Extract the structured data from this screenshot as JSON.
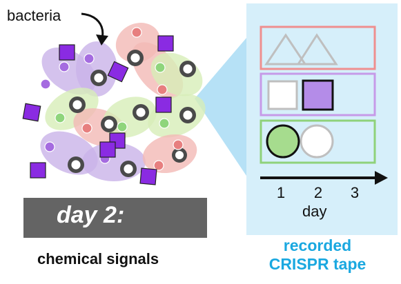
{
  "labels": {
    "bacteria": "bacteria",
    "banner": "day 2:",
    "signals": "chemical signals",
    "recorded": "recorded",
    "tape": "CRISPR tape",
    "axis": "day",
    "ticks": [
      "1",
      "2",
      "3"
    ]
  },
  "colors": {
    "panel": "#d6effa",
    "signal": "#8a2be2",
    "purple_cell": "#c9b3e8",
    "red_cell": "#f2b9b5",
    "green_cell": "#d7eeb8",
    "row_red": "#ef8f8f",
    "row_purple": "#c69ae8",
    "row_green": "#8fd27a",
    "recorded_square": "#b48ce8",
    "recorded_circle": "#a6dc8e",
    "accent_text": "#1aa8e0"
  },
  "tape_rows": [
    {
      "color": "row_red",
      "records": [
        "triangle",
        "triangle"
      ]
    },
    {
      "color": "row_purple",
      "records": [
        "square-empty",
        "square-filled"
      ]
    },
    {
      "color": "row_green",
      "records": [
        "circle-filled",
        "circle-empty"
      ]
    }
  ]
}
